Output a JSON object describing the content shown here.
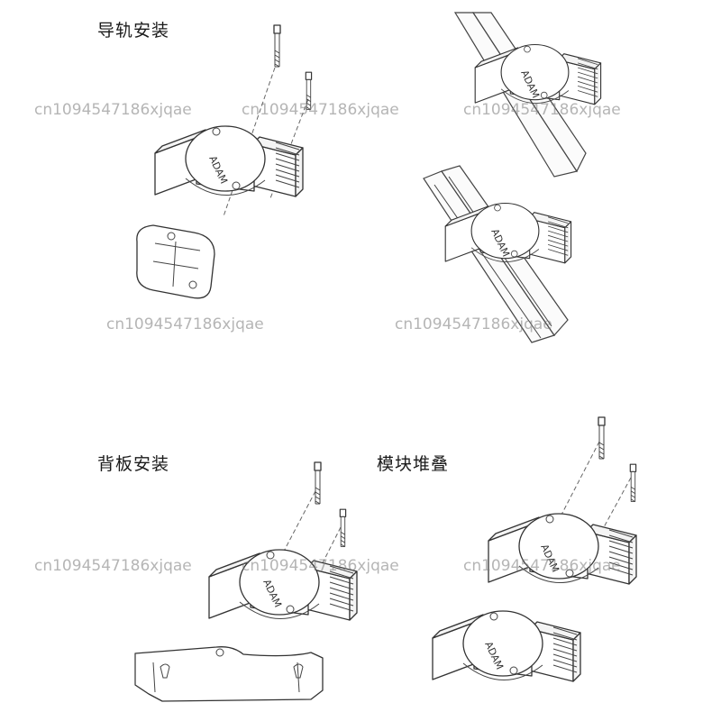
{
  "sections": {
    "rail_mount": "导轨安装",
    "panel_mount": "背板安装",
    "stacking": "模块堆叠"
  },
  "module_text": "ADAM",
  "watermark": "cn1094547186xjqae",
  "colors": {
    "line": "#333333",
    "background": "#ffffff",
    "watermark": "#8a8a8a"
  }
}
